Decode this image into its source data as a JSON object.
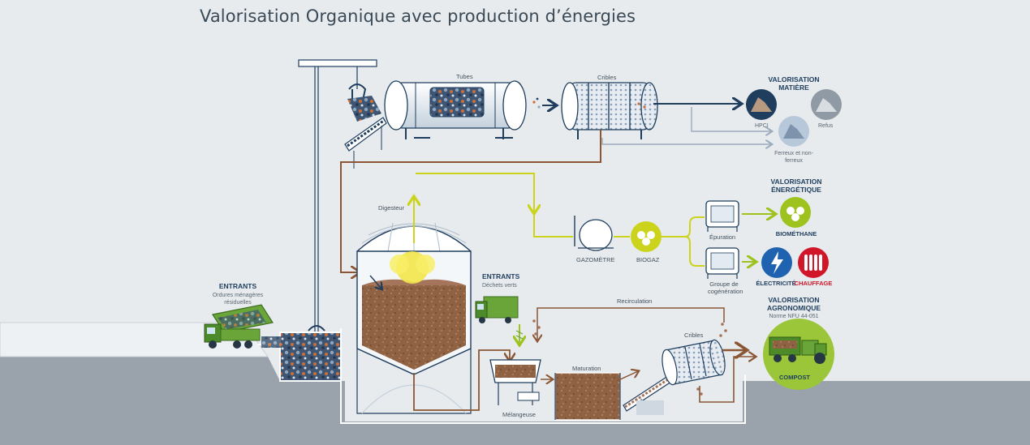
{
  "title": "Valorisation Organique avec production d’énergies",
  "labels": {
    "tubes": "Tubes",
    "cribles_top": "Cribles",
    "cribles_bottom": "Cribles",
    "digesteur": "Digesteur",
    "gazometre": "GAZOMÈTRE",
    "biogaz": "BIOGAZ",
    "epuration": "Épuration",
    "groupe_cogeneration": "Groupe de cogénération",
    "recirculation": "Recirculation",
    "maturation": "Maturation",
    "melangeuse": "Mélangeuse",
    "compost": "COMPOST"
  },
  "entrants_omr": {
    "heading": "ENTRANTS",
    "detail": "Ordures ménagères résiduelles"
  },
  "entrants_verts": {
    "heading": "ENTRANTS",
    "detail": "Déchets verts"
  },
  "valorisation_matiere": {
    "heading": "VALORISATION MATIÈRE",
    "items": [
      "HPCI",
      "Refus",
      "Ferreux et non-ferreux"
    ]
  },
  "valorisation_energetique": {
    "heading": "VALORISATION ÉNERGÉTIQUE",
    "biomethane": "BIOMÉTHANE",
    "electricite": "ÉLECTRICITÉ",
    "chauffage": "CHAUFFAGE"
  },
  "valorisation_agronomique": {
    "heading": "VALORISATION AGRONOMIQUE",
    "norme": "Norme NFU 44-051"
  },
  "colors": {
    "background": "#e7ebee",
    "ground": "#9aa3ab",
    "navy": "#1f3e5e",
    "brown_flow": "#8a5634",
    "yellow_gas": "#ccd31c",
    "green_flow": "#9ec31f",
    "compost_green": "#9bc63a",
    "electric_blue": "#1f63b0",
    "heating_red": "#d1162a",
    "truck_green": "#6aa53a"
  }
}
